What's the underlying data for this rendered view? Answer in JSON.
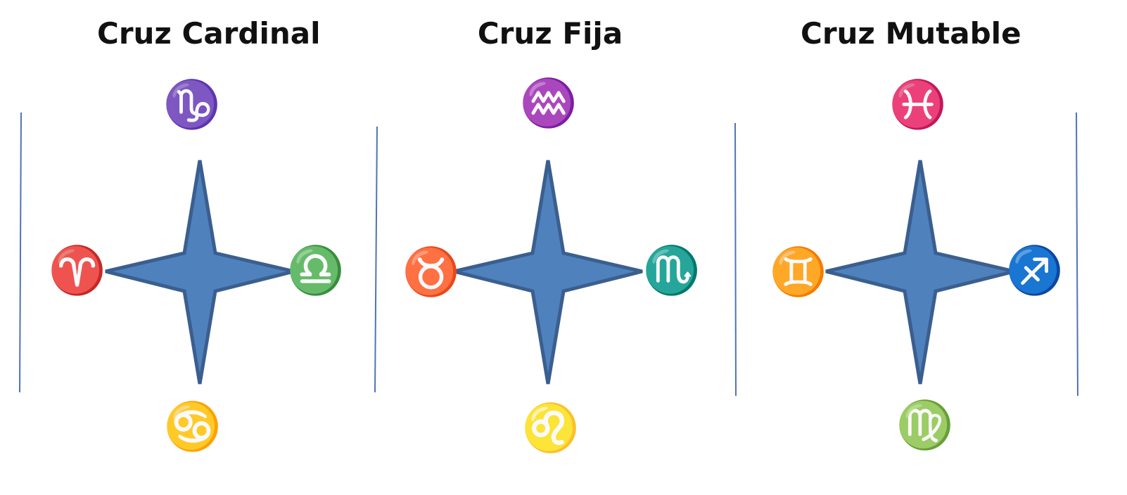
{
  "colors": {
    "star_fill": "#4f81bd",
    "star_stroke": "#3a5f8f",
    "divider": "#4f74b3",
    "text": "#111111"
  },
  "crosses": [
    {
      "title": "Cruz Cardinal",
      "signs": {
        "top": "♑",
        "left": "♈",
        "right": "♎",
        "bottom": "♋"
      },
      "sign_icons": {
        "top": "capricorn-icon",
        "left": "aries-icon",
        "right": "libra-icon",
        "bottom": "cancer-icon"
      }
    },
    {
      "title": "Cruz Fija",
      "signs": {
        "top": "♒",
        "left": "♉",
        "right": "♏",
        "bottom": "♌"
      },
      "sign_icons": {
        "top": "aquarius-icon",
        "left": "taurus-icon",
        "right": "scorpio-icon",
        "bottom": "leo-icon"
      }
    },
    {
      "title": "Cruz Mutable",
      "signs": {
        "top": "♓",
        "left": "♊",
        "right": "♐",
        "bottom": "♍"
      },
      "sign_icons": {
        "top": "pisces-icon",
        "left": "gemini-icon",
        "right": "sagittarius-icon",
        "bottom": "virgo-icon"
      }
    }
  ]
}
